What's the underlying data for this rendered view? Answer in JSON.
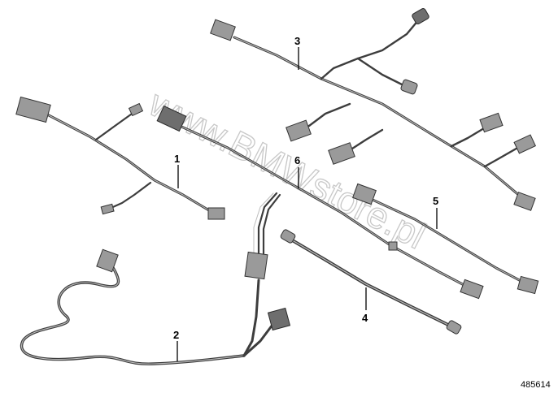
{
  "watermark": "www.BMWstore.pl",
  "diagram_number": "485614",
  "callouts": [
    "1",
    "2",
    "3",
    "4",
    "5",
    "6"
  ]
}
